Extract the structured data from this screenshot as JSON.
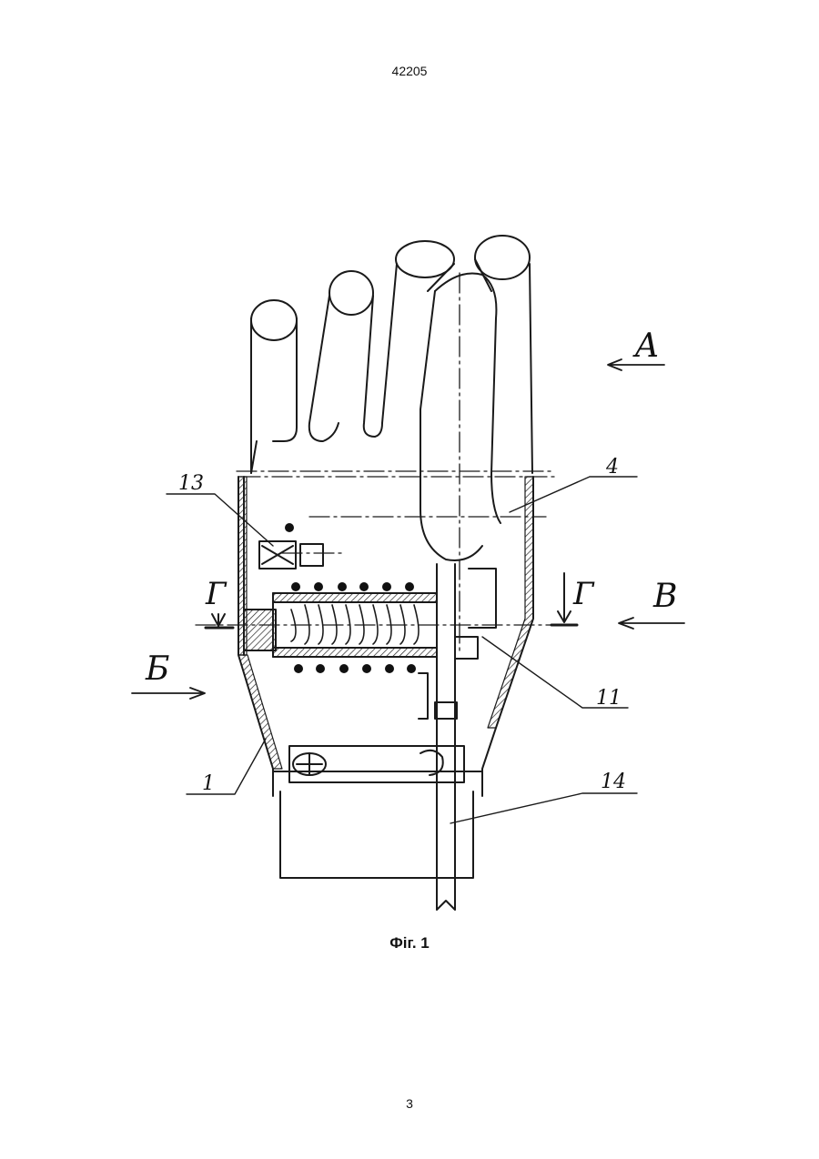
{
  "header": {
    "document_number": "42205"
  },
  "figure": {
    "caption": "Фіг. 1",
    "view_labels": {
      "a": "A",
      "b": "Б",
      "v": "В",
      "section": "Г"
    },
    "callouts": {
      "c13": "13",
      "c4": "4",
      "c11": "11",
      "c1": "1",
      "c14": "14"
    }
  },
  "footer": {
    "page_number": "3"
  }
}
